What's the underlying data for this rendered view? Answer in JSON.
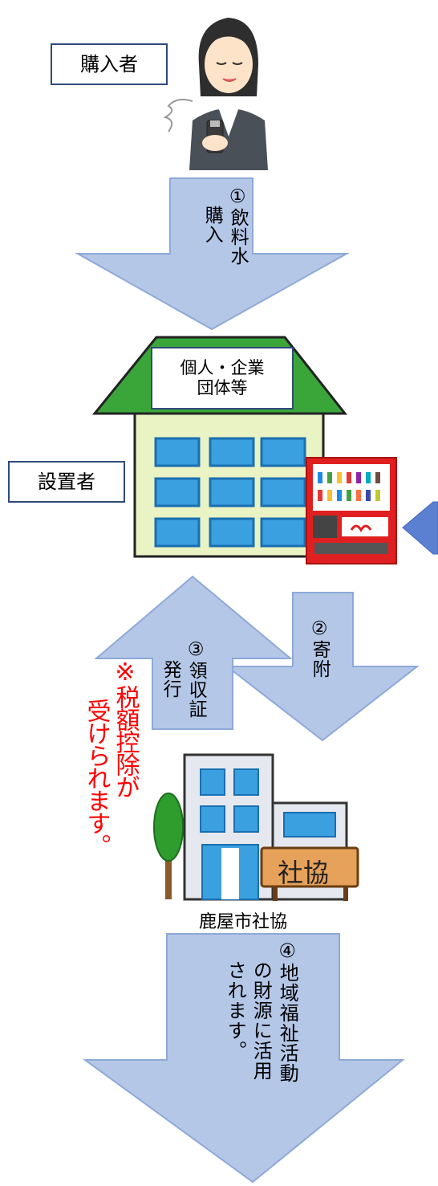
{
  "labels": {
    "purchaser": "購入者",
    "installer": "設置者",
    "roof_line1": "個人・企業",
    "roof_line2": "団体等",
    "council": "鹿屋市社協",
    "council_sign": "社協"
  },
  "arrows": {
    "step1_main": "①飲料水",
    "step1_side": "購入",
    "step2": "②寄附",
    "step3_main": "③領収証",
    "step3_side": "発行",
    "step4_col1": "④地域福祉活動",
    "step4_col2": "の財源に活用",
    "step4_col3": "されます。"
  },
  "note": {
    "col1": "※税額控除が",
    "col2": "受けられます。"
  },
  "colors": {
    "arrow_fill": "#b4c7e7",
    "arrow_stroke": "#8ea9d8",
    "roof": "#3aa63a",
    "wall": "#eaf3c4",
    "window": "#3aa0e0",
    "note_red": "#ff0000",
    "box_border": "#2f4a7c"
  }
}
